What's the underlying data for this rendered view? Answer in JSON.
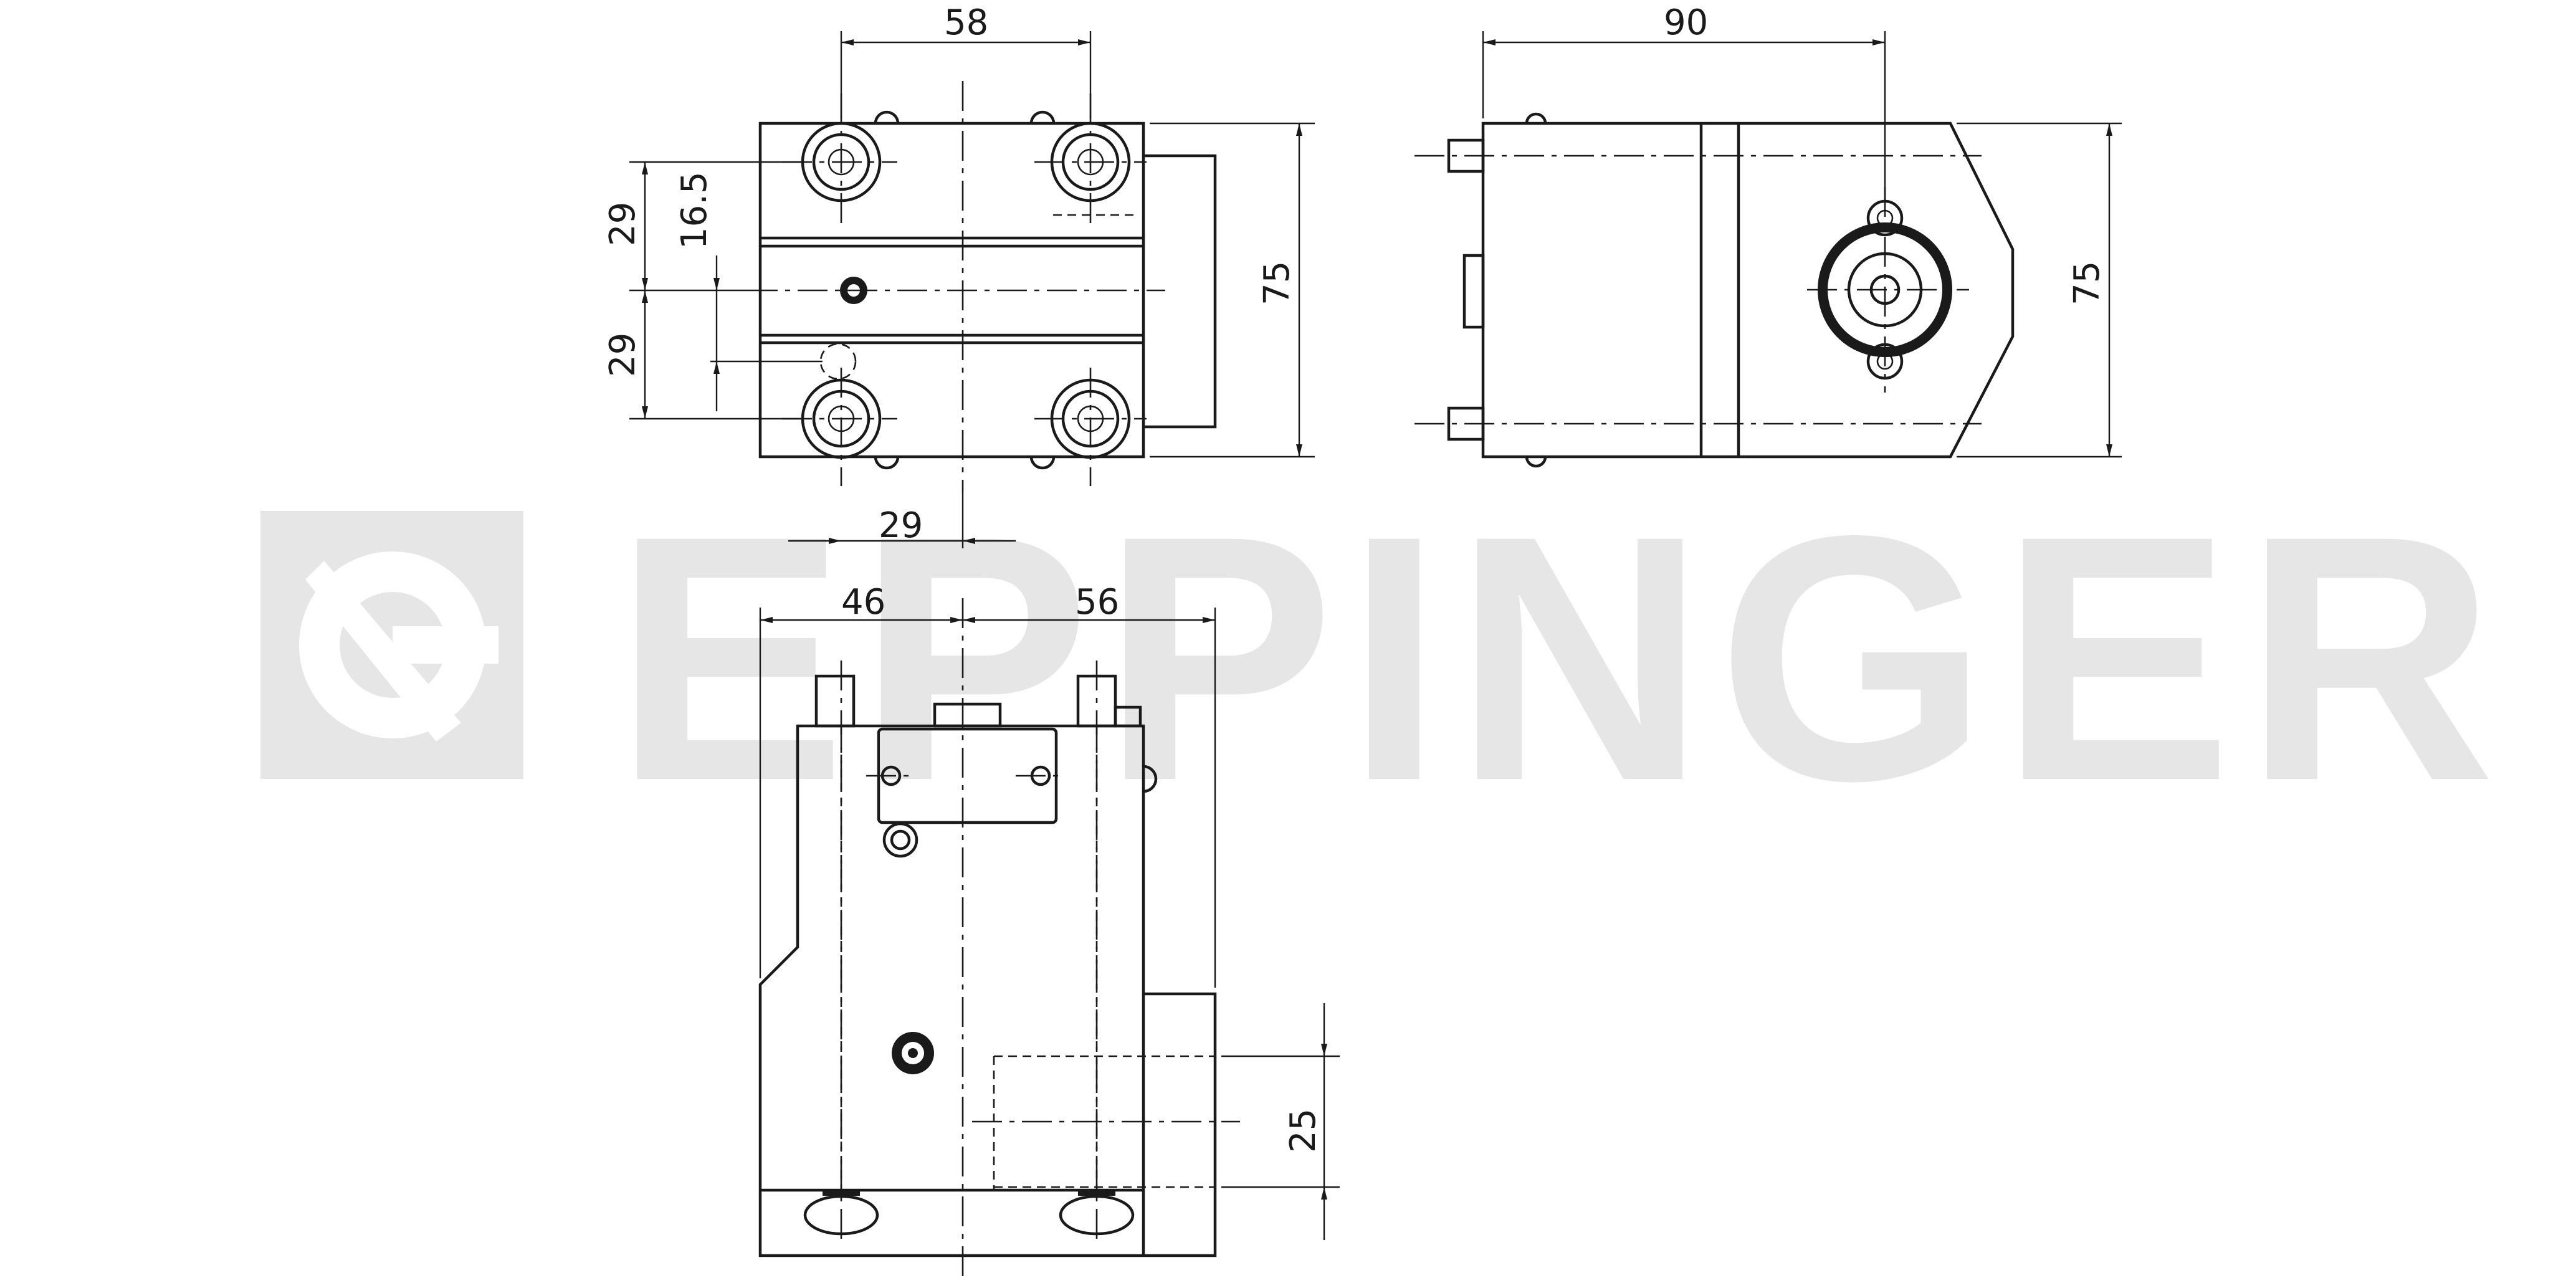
{
  "watermark": {
    "text": "EPPINGER",
    "color": "#e6e6e6"
  },
  "dimensions": {
    "top_width": "58",
    "side_width": "90",
    "top_height": "75",
    "side_height": "75",
    "upper_spacing": "29",
    "lower_spacing": "29",
    "offset": "16.5",
    "bottom_spacing": "29",
    "left_to_center": "46",
    "center_to_right": "56",
    "shank_height": "25"
  },
  "colors": {
    "line": "#1a1a1a",
    "background": "#ffffff"
  }
}
